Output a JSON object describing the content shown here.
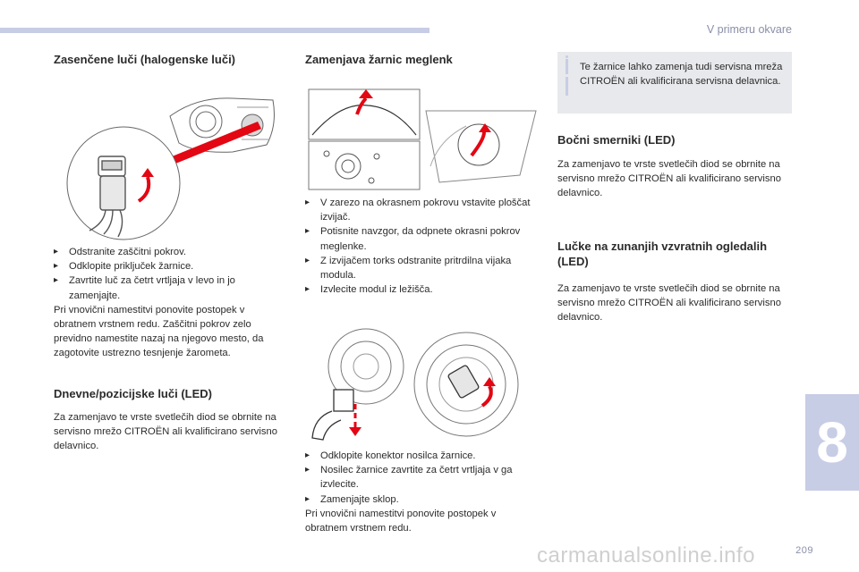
{
  "header": {
    "section_title": "V primeru okvare"
  },
  "page_number": "209",
  "chapter_number": "8",
  "watermark": "carmanualsonline.info",
  "left": {
    "fog_section": {
      "title": "Zasenčene luči (halogenske luči)",
      "steps": [
        "Odstranite zaščitni pokrov.",
        "Odklopite priključek žarnice.",
        "Zavrtite luč za četrt vrtljaja v levo in jo zamenjajte."
      ],
      "note": "Pri vnovični namestitvi ponovite postopek v obratnem vrstnem redu. Zaščitni pokrov zelo previdno namestite nazaj na njegovo mesto, da zagotovite ustrezno tesnjenje žarometa."
    },
    "drl_section": {
      "title": "Dnevne/pozicijske luči (LED)",
      "body": "Za zamenjavo te vrste svetlečih diod se obrnite na servisno mrežo CITROËN ali kvalificirano servisno delavnico."
    }
  },
  "middle": {
    "title": "Zamenjava žarnic meglenk",
    "steps_a": [
      "V zarezo na okrasnem pokrovu vstavite ploščat izvijač.",
      "Potisnite navzgor, da odpnete okrasni pokrov meglenke.",
      "Z izvijačem torks odstranite pritrdilna vijaka modula.",
      "Izvlecite modul iz ležišča."
    ],
    "steps_b": [
      "Odklopite konektor nosilca žarnice.",
      "Nosilec žarnice zavrtite za četrt vrtljaja v ga izvlecite.",
      "Zamenjajte sklop."
    ],
    "note": "Pri vnovični namestitvi ponovite postopek v obratnem vrstnem redu."
  },
  "right": {
    "info_text": "Te žarnice lahko zamenja tudi servisna mreža CITROËN ali kvalificirana servisna delavnica.",
    "side_indicators": {
      "title": "Bočni smerniki (LED)",
      "body": "Za zamenjavo te vrste svetlečih diod se obrnite na servisno mrežo CITROËN ali kvalificirano servisno delavnico."
    },
    "mirror_lights": {
      "title": "Lučke na zunanjih vzvratnih ogledalih (LED)",
      "body": "Za zamenjavo te vrste svetlečih diod se obrnite na servisno mrežo CITROËN ali kvalificirano servisno delavnico."
    }
  },
  "colors": {
    "accent": "#c8cde6",
    "arrow_red": "#e30613",
    "info_bg": "#e8e9ec"
  },
  "icons": {
    "bullet": "bullet-icon",
    "info": "info-icon"
  }
}
